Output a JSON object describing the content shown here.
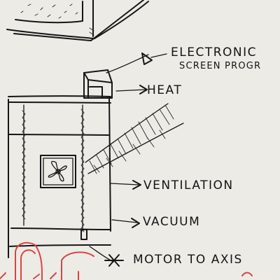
{
  "labels": {
    "electronic_line1": "ELECTRONIC",
    "electronic_line2": "SCREEN PROGR",
    "heat": "HEAT",
    "ventilation": "VENTILATION",
    "vacuum": "VACUUM",
    "motor": "MOTOR TO AXIS"
  },
  "colors": {
    "paper": "#ecebe6",
    "ink": "#161616",
    "red_sketch": "#d8463e"
  }
}
